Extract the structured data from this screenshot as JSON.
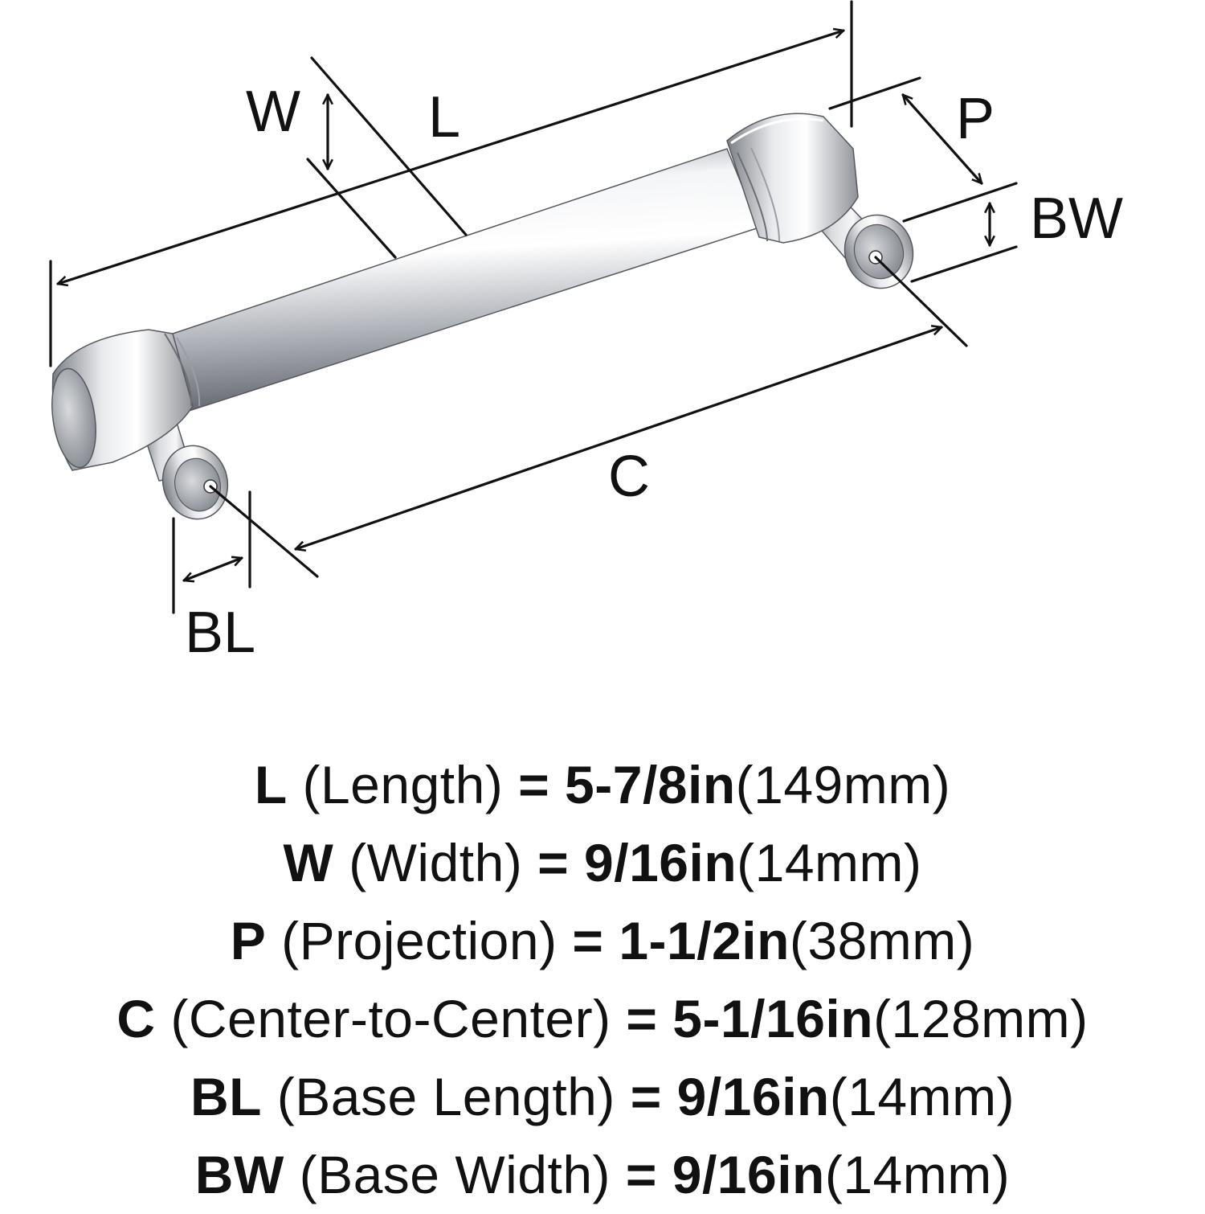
{
  "labels": {
    "W": "W",
    "L": "L",
    "P": "P",
    "BW": "BW",
    "C": "C",
    "BL": "BL"
  },
  "specs": [
    {
      "code": "L",
      "name": "(Length)",
      "eq": "=",
      "inch": "5-7/8in",
      "mm": "(149mm)"
    },
    {
      "code": "W",
      "name": "(Width)",
      "eq": "=",
      "inch": "9/16in",
      "mm": "(14mm)"
    },
    {
      "code": "P",
      "name": "(Projection)",
      "eq": "=",
      "inch": "1-1/2in",
      "mm": "(38mm)"
    },
    {
      "code": "C",
      "name": "(Center-to-Center)",
      "eq": "=",
      "inch": "5-1/16in",
      "mm": "(128mm)"
    },
    {
      "code": "BL",
      "name": "(Base Length)",
      "eq": "=",
      "inch": "9/16in",
      "mm": "(14mm)"
    },
    {
      "code": "BW",
      "name": "(Base Width)",
      "eq": "=",
      "inch": "9/16in",
      "mm": "(14mm)"
    }
  ],
  "colors": {
    "line": "#111111",
    "metal_light": "#f1f2f4",
    "metal_mid": "#b9bcc1",
    "metal_dark": "#6e7278"
  }
}
